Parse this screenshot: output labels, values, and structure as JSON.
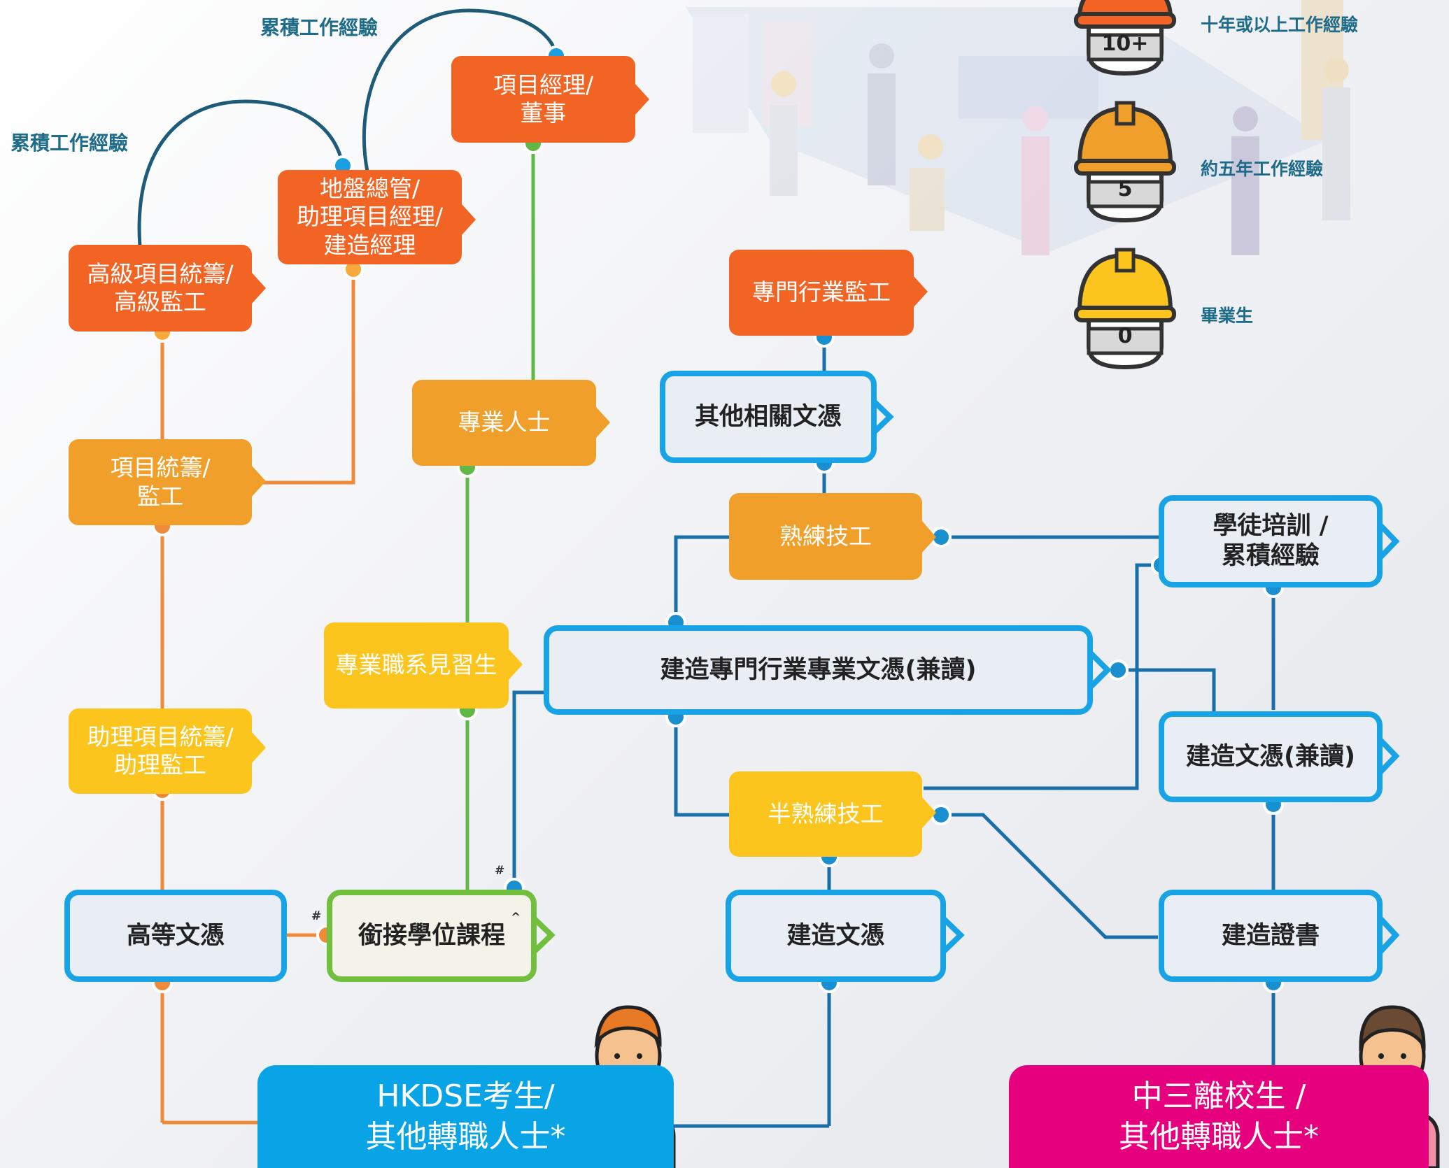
{
  "notes": {
    "experience_1": "累積工作經驗",
    "experience_2": "累積工作經驗"
  },
  "legend": [
    {
      "level": "10+",
      "label": "十年或以上工作經驗",
      "color": "#f26424"
    },
    {
      "level": "5",
      "label": "約五年工作經驗",
      "color": "#f0a02a"
    },
    {
      "level": "0",
      "label": "畢業生",
      "color": "#fcc51e"
    }
  ],
  "nodes": {
    "project_manager": "項目經理/\n董事",
    "site_agent": "地盤總管/\n助理項目經理/\n建造經理",
    "senior_coordinator": "高級項目統籌/\n高級監工",
    "trade_supervisor": "專門行業監工",
    "professional": "專業人士",
    "coordinator": "項目統籌/\n監工",
    "other_diploma": "其他相關文憑",
    "skilled_worker": "熟練技工",
    "apprentice": "學徒培訓 /\n累積經驗",
    "trainee": "專業職系見習生",
    "trade_diploma": "建造專門行業專業文憑(兼讀)",
    "assistant_coordinator": "助理項目統籌/\n助理監工",
    "semi_skilled": "半熟練技工",
    "construction_diploma_pt": "建造文憑(兼讀)",
    "higher_diploma": "高等文憑",
    "top_up_degree": "銜接學位課程",
    "construction_diploma": "建造文憑",
    "construction_certificate": "建造證書"
  },
  "marks": {
    "hash_1": "#",
    "hash_2": "#",
    "caret": "^"
  },
  "start": {
    "hkdse": "HKDSE考生/\n其他轉職人士*",
    "form3": "中三離校生 /\n其他轉職人士*"
  },
  "colors": {
    "blue": "#1a6fa8",
    "orange": "#ef8a3a",
    "green": "#62b846",
    "hkdse_bg": "#08a4e6",
    "form3_bg": "#e6007e"
  }
}
